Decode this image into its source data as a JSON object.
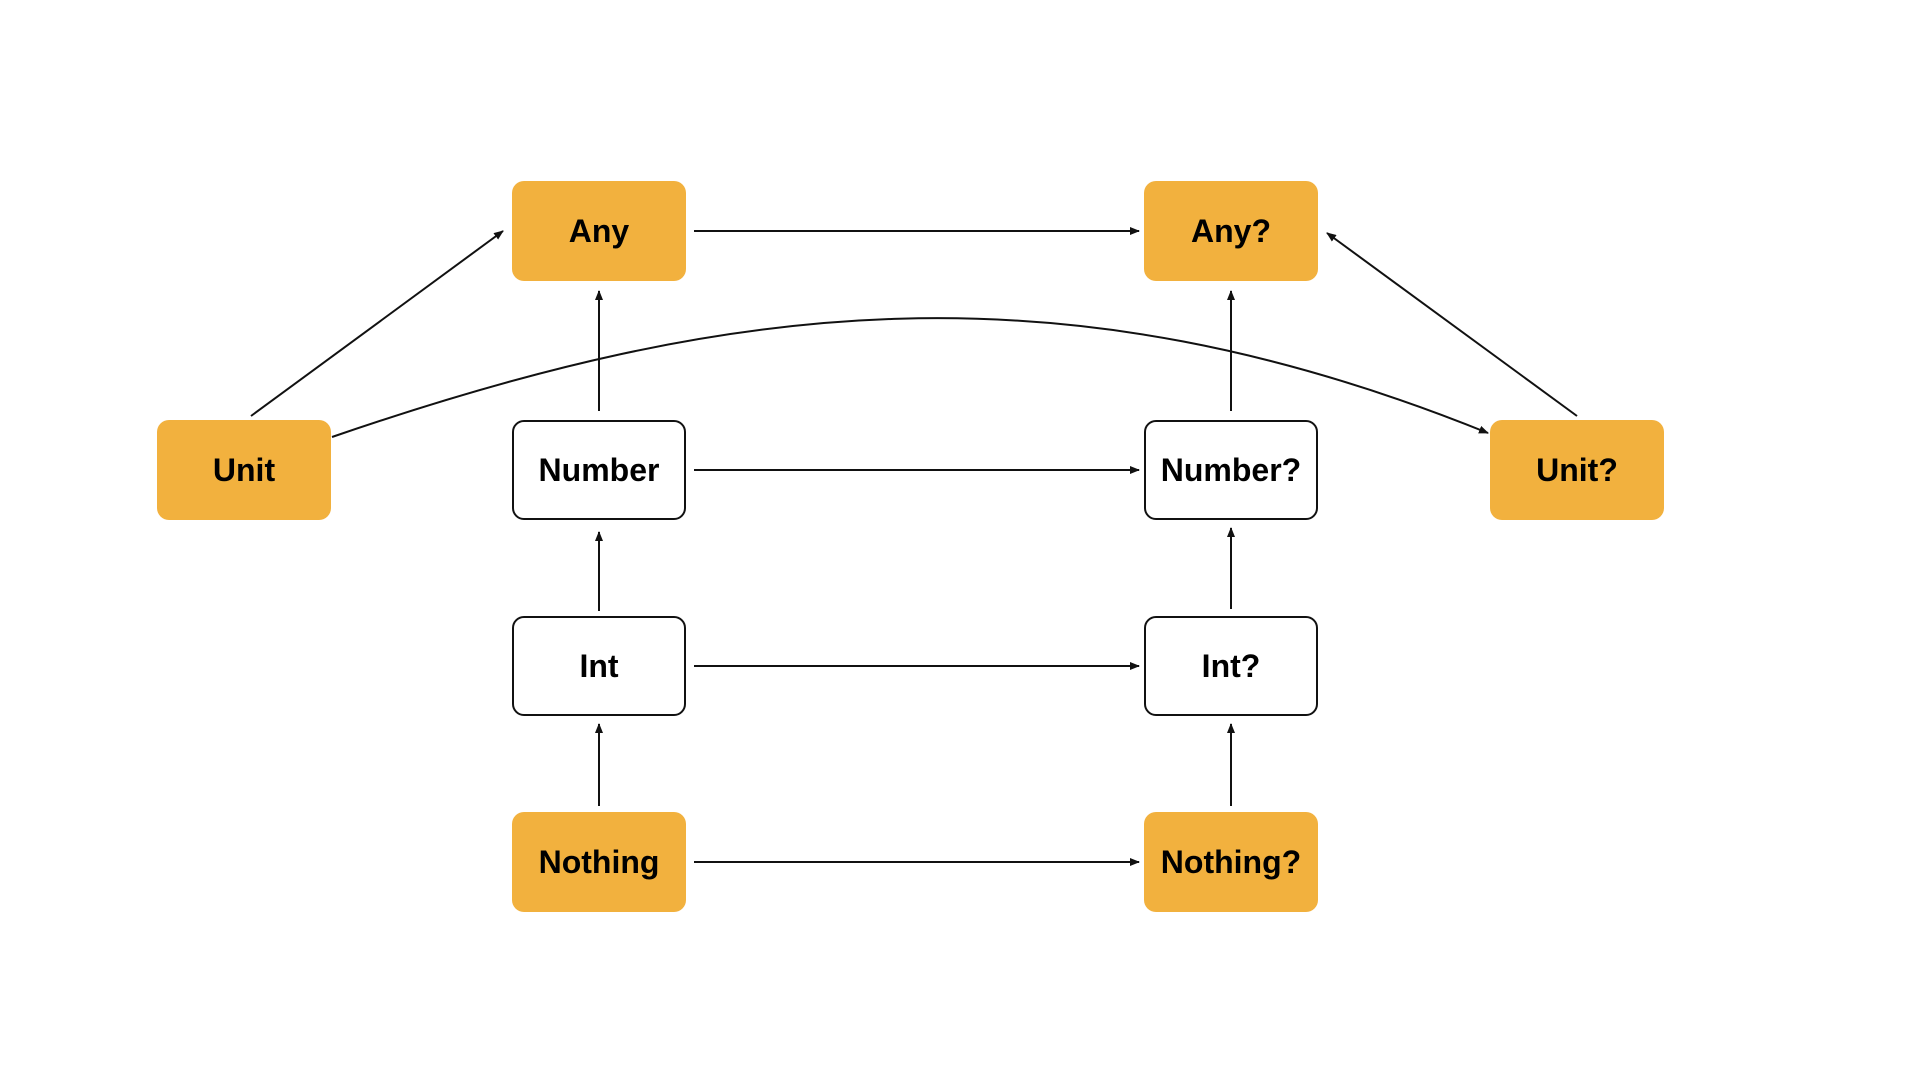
{
  "diagram": {
    "colors": {
      "primitive_fill": "#f2b13e",
      "regular_fill": "#ffffff",
      "border": "#111111",
      "edge": "#111111"
    },
    "nodes": {
      "any": {
        "label": "Any",
        "kind": "primitive"
      },
      "any_nullable": {
        "label": "Any?",
        "kind": "primitive"
      },
      "unit": {
        "label": "Unit",
        "kind": "primitive"
      },
      "number": {
        "label": "Number",
        "kind": "regular"
      },
      "number_nullable": {
        "label": "Number?",
        "kind": "regular"
      },
      "unit_nullable": {
        "label": "Unit?",
        "kind": "primitive"
      },
      "int": {
        "label": "Int",
        "kind": "regular"
      },
      "int_nullable": {
        "label": "Int?",
        "kind": "regular"
      },
      "nothing": {
        "label": "Nothing",
        "kind": "primitive"
      },
      "nothing_nullable": {
        "label": "Nothing?",
        "kind": "primitive"
      }
    },
    "edges": [
      {
        "from": "Unit",
        "to": "Any"
      },
      {
        "from": "Any",
        "to": "Any?"
      },
      {
        "from": "Unit?",
        "to": "Any?"
      },
      {
        "from": "Unit",
        "to": "Unit?"
      },
      {
        "from": "Number",
        "to": "Any"
      },
      {
        "from": "Number?",
        "to": "Any?"
      },
      {
        "from": "Number",
        "to": "Number?"
      },
      {
        "from": "Int",
        "to": "Number"
      },
      {
        "from": "Int?",
        "to": "Number?"
      },
      {
        "from": "Int",
        "to": "Int?"
      },
      {
        "from": "Nothing",
        "to": "Int"
      },
      {
        "from": "Nothing?",
        "to": "Int?"
      },
      {
        "from": "Nothing",
        "to": "Nothing?"
      }
    ]
  }
}
